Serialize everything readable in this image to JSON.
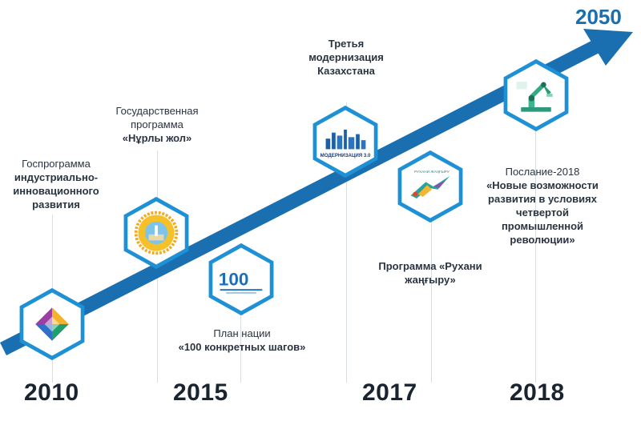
{
  "end_year": "2050",
  "years": [
    "2010",
    "2015",
    "2017",
    "2018"
  ],
  "milestones": [
    {
      "normal": "Госпрограмма",
      "bold": "индустриально-инновационного развития"
    },
    {
      "normal": "Государственная программа",
      "bold": "«Нұрлы жол»"
    },
    {
      "normal": "План нации",
      "bold": "«100 конкретных шагов»"
    },
    {
      "normal": "",
      "bold": "Третья модернизация Казахстана"
    },
    {
      "normal": "",
      "bold": "Программа «Рухани жаңғыру»"
    },
    {
      "normal": "Послание-2018",
      "bold": "«Новые возможности развития в условиях четвертой промышленной революции»"
    }
  ],
  "logos": {
    "modernization": "МОДЕРНИЗАЦИЯ 3.0",
    "rukhani": "РУХАНИ ЖАҢҒЫРУ",
    "plan100": "100"
  },
  "colors": {
    "arrow": "#1a6fb0",
    "hex_border": "#1e90d6",
    "year": "#1a2430"
  }
}
